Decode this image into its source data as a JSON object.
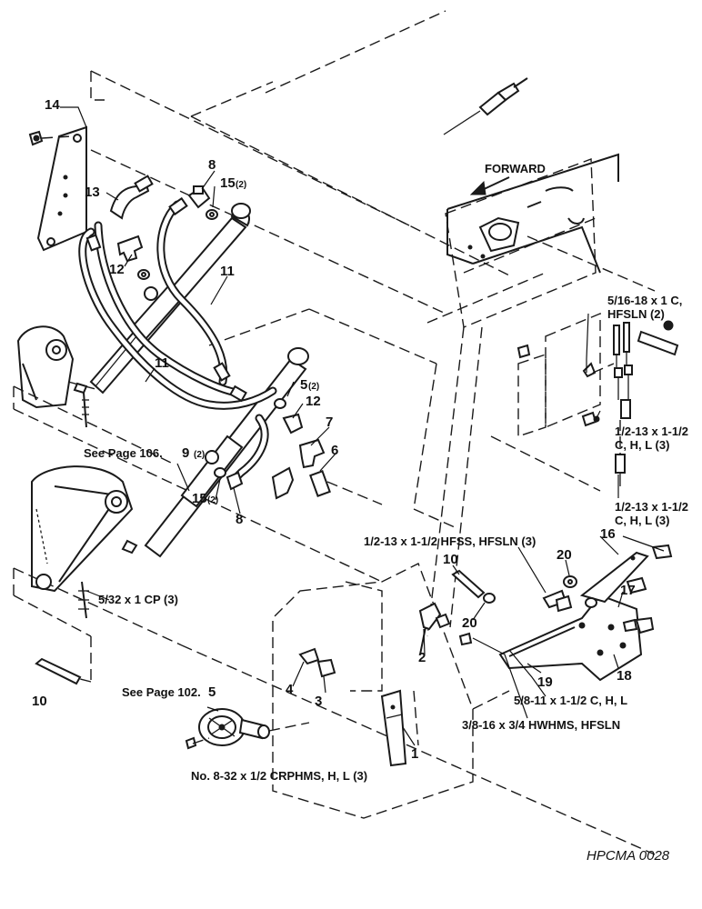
{
  "direction_label": "FORWARD",
  "drawing_ref": "HPCMA 0028",
  "callouts": {
    "c1": "1",
    "c2": "2",
    "c3": "3",
    "c4": "4",
    "c5": "5",
    "c5b": "5",
    "c6": "6",
    "c7": "7",
    "c8a": "8",
    "c8b": "8",
    "c9": "9",
    "c10a": "10",
    "c10b": "10",
    "c11a": "11",
    "c11b": "11",
    "c12a": "12",
    "c12b": "12",
    "c13": "13",
    "c14": "14",
    "c15a": "15",
    "c15b": "15",
    "c16": "16",
    "c17": "17",
    "c18": "18",
    "c19": "19",
    "c20a": "20",
    "c20b": "20"
  },
  "qty": {
    "q15a": "(2)",
    "q5b": "(2)",
    "q9": "(2)",
    "q15b": "(2)"
  },
  "hardware": {
    "h1a": "5/16-18 x 1 C,",
    "h1b": "HFSLN (2)",
    "h2a": "1/2-13 x 1-1/2",
    "h2b": "C, H, L (3)",
    "h3a": "1/2-13 x 1-1/2",
    "h3b": "C, H, L (3)",
    "h4": "1/2-13 x 1-1/2 HFSS, HFSLN (3)",
    "h5": "5/32 x 1 CP (3)",
    "h6": "5/8-11 x 1-1/2 C, H, L",
    "h7": "3/8-16 x 3/4 HWHMS, HFSLN",
    "h8": "No. 8-32 x 1/2 CRPHMS, H, L (3)"
  },
  "page_refs": {
    "p106": "See Page 106.",
    "p102": "See Page 102."
  }
}
